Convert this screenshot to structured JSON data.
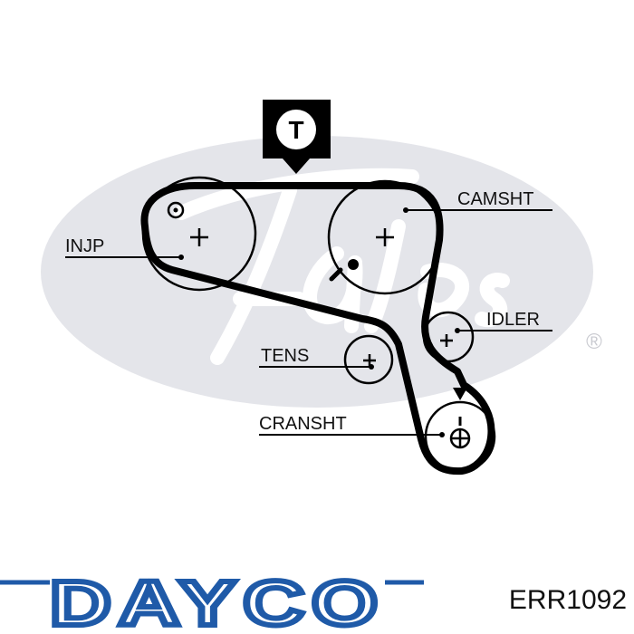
{
  "diagram": {
    "marker_letter": "T",
    "labels": {
      "camshaft": "CAMSHT",
      "injection_pump": "INJP",
      "idler": "IDLER",
      "tensioner": "TENS",
      "crankshaft": "CRANSHT"
    }
  },
  "background_logo": {
    "registered_mark": "®"
  },
  "footer": {
    "brand": "DAYCO",
    "part_number": "ERR1092"
  },
  "colors": {
    "belt": "#000000",
    "watermark": "#e4e5ea",
    "brand_blue": "#1f5aa8",
    "text": "#111111"
  }
}
